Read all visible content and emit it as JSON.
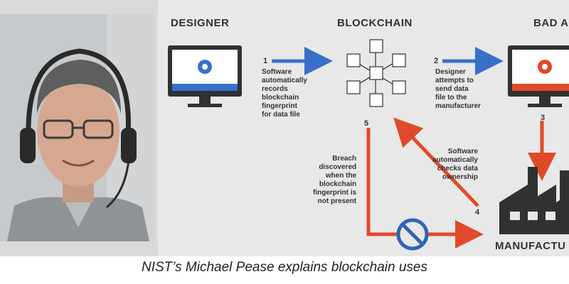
{
  "diagram": {
    "headings": {
      "designer": "DESIGNER",
      "blockchain": "BLOCKCHAIN",
      "bad_actor": "BAD A",
      "manufacturer": "MANUFACTU"
    },
    "steps": [
      {
        "number": "1",
        "text": "Software\nautomatically\nrecords\nblockchain\nfingerprint\nfor data file"
      },
      {
        "number": "2",
        "text": "Designer\nattempts to\nsend data\nfile to the\nmanufacturer"
      },
      {
        "number": "3",
        "text": ""
      },
      {
        "number": "4",
        "text": "Software\nautomatically\nchecks data\nownership"
      },
      {
        "number": "5",
        "text": "Breach\ndiscovered\nwhen the\nblockchain\nfingerprint is\nnot present"
      }
    ],
    "colors": {
      "blue": "#3a6fc9",
      "red": "#e04a2a",
      "dark": "#2f3133",
      "accent_no_sign": "#2f64b8"
    }
  },
  "caption": "NIST’s Michael Pease explains blockchain uses"
}
